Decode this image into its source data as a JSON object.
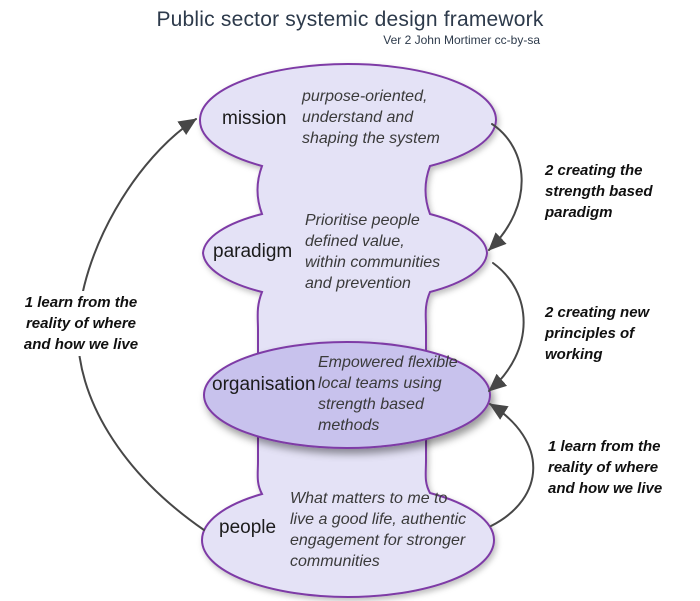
{
  "header": {
    "title": "Public sector systemic design framework",
    "subtitle": "Ver 2 John Mortimer cc-by-sa"
  },
  "nodes": [
    {
      "id": "mission",
      "label": "mission",
      "desc": "purpose-oriented,\nunderstand and\nshaping the system"
    },
    {
      "id": "paradigm",
      "label": "paradigm",
      "desc": "Prioritise people\ndefined value,\nwithin communities\nand prevention"
    },
    {
      "id": "organisation",
      "label": "organisation",
      "desc": "Empowered flexible\nlocal teams using\nstrength based\nmethods"
    },
    {
      "id": "people",
      "label": "people",
      "desc": "What matters to me to\nlive a good life, authentic\nengagement for stronger\ncommunities"
    }
  ],
  "annotations": {
    "left": "1 learn from the\nreality of where\nand how we live",
    "right_top": "2 creating the\nstrength based\nparadigm",
    "right_middle": "2 creating new\nprinciples of\nworking",
    "right_bottom": "1 learn from the\nreality of where\nand how we live"
  },
  "colors": {
    "title": "#2d3a4b",
    "blobFill": "#e4e2f6",
    "orgFill": "#c8c2ed",
    "border": "#7e3ba6",
    "arrow": "#474747"
  }
}
